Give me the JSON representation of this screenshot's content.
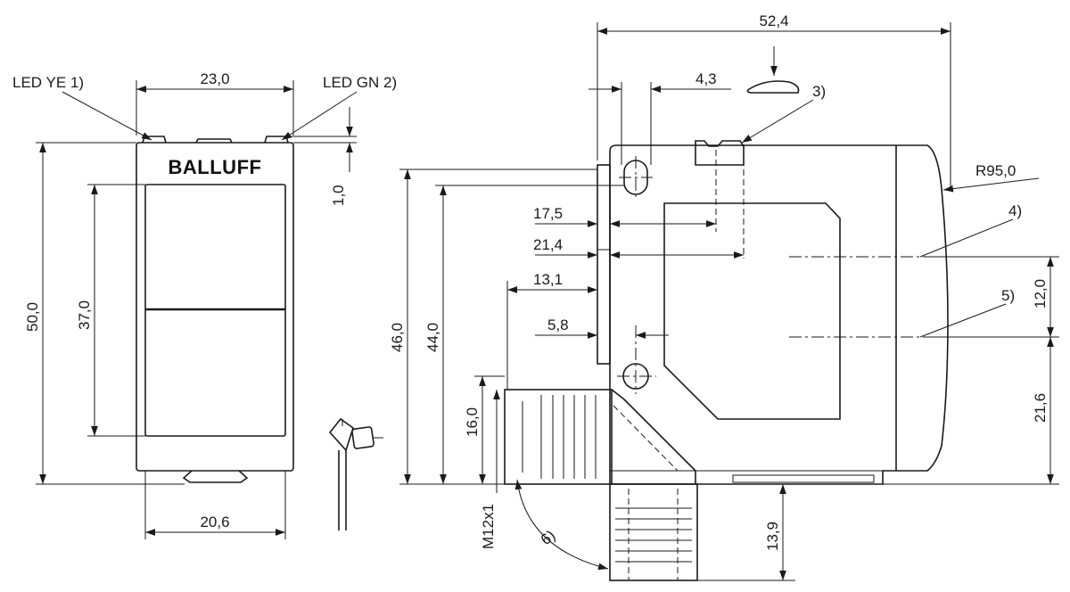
{
  "brand": "BALLUFF",
  "front_view": {
    "dim_width_top": "23,0",
    "dim_width_bottom": "20,6",
    "dim_height_total": "50,0",
    "dim_height_window": "37,0",
    "dim_led_offset": "1,0",
    "label_led_left": "LED YE 1)",
    "label_led_right": "LED GN 2)"
  },
  "side_view": {
    "dim_length_total": "52,4",
    "dim_hole_width": "4,3",
    "dim_height_total": "46,0",
    "dim_height_hole": "44,0",
    "dim_17_5": "17,5",
    "dim_21_4": "21,4",
    "dim_13_1": "13,1",
    "dim_5_8": "5,8",
    "dim_connector_height": "16,0",
    "dim_thread": "M12x1",
    "dim_optical_axis_gap": "12,0",
    "dim_axis_height": "21,6",
    "dim_connector_drop": "13,9",
    "dim_radius": "R95,0",
    "note_3": "3)",
    "note_4": "4)",
    "note_5": "5)",
    "note_6": "6)"
  }
}
